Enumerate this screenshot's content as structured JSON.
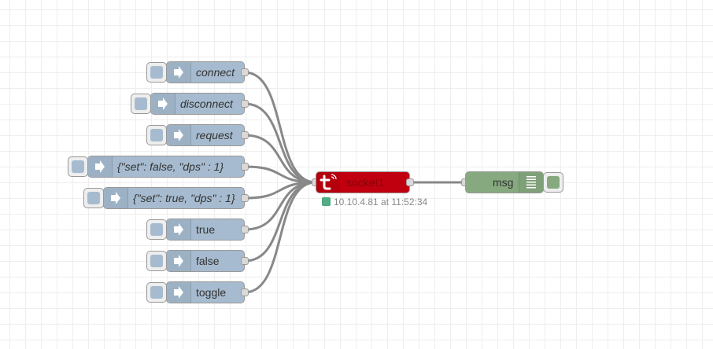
{
  "inject_nodes": [
    {
      "label": "connect"
    },
    {
      "label": "disconnect"
    },
    {
      "label": "request"
    },
    {
      "label": "{\"set\": false, \"dps\" : 1}"
    },
    {
      "label": "{\"set\": true, \"dps\" : 1}"
    },
    {
      "label": "true"
    },
    {
      "label": "false"
    },
    {
      "label": "toggle"
    }
  ],
  "device_node": {
    "label": "socket1",
    "status_text": "10.10.4.81 at 11:52:34",
    "status_color": "#55aa88",
    "icon": "tuya-icon"
  },
  "debug_node": {
    "label": "msg",
    "icon": "debug-list-icon"
  },
  "colors": {
    "inject": "#a6bbcf",
    "device": "#c0000f",
    "debug": "#87a980",
    "wire": "#888888"
  }
}
